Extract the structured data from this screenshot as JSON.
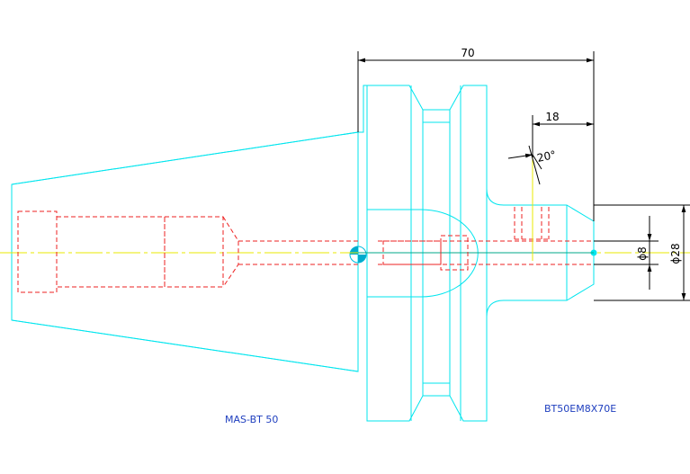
{
  "drawing": {
    "dimensions": {
      "overall_length": "70",
      "step_length": "18",
      "chamfer_angle": "20°",
      "inner_diameter": "ϕ8",
      "outer_diameter": "ϕ28"
    },
    "labels": {
      "holder_standard": "MAS-BT 50",
      "part_number": "BT50EM8X70E"
    },
    "colors": {
      "outline": "#00e5ee",
      "hidden_lines": "#ee2222",
      "centerline": "#e8e800",
      "dimension": "#000000",
      "label_text": "#1f3fbf"
    }
  }
}
